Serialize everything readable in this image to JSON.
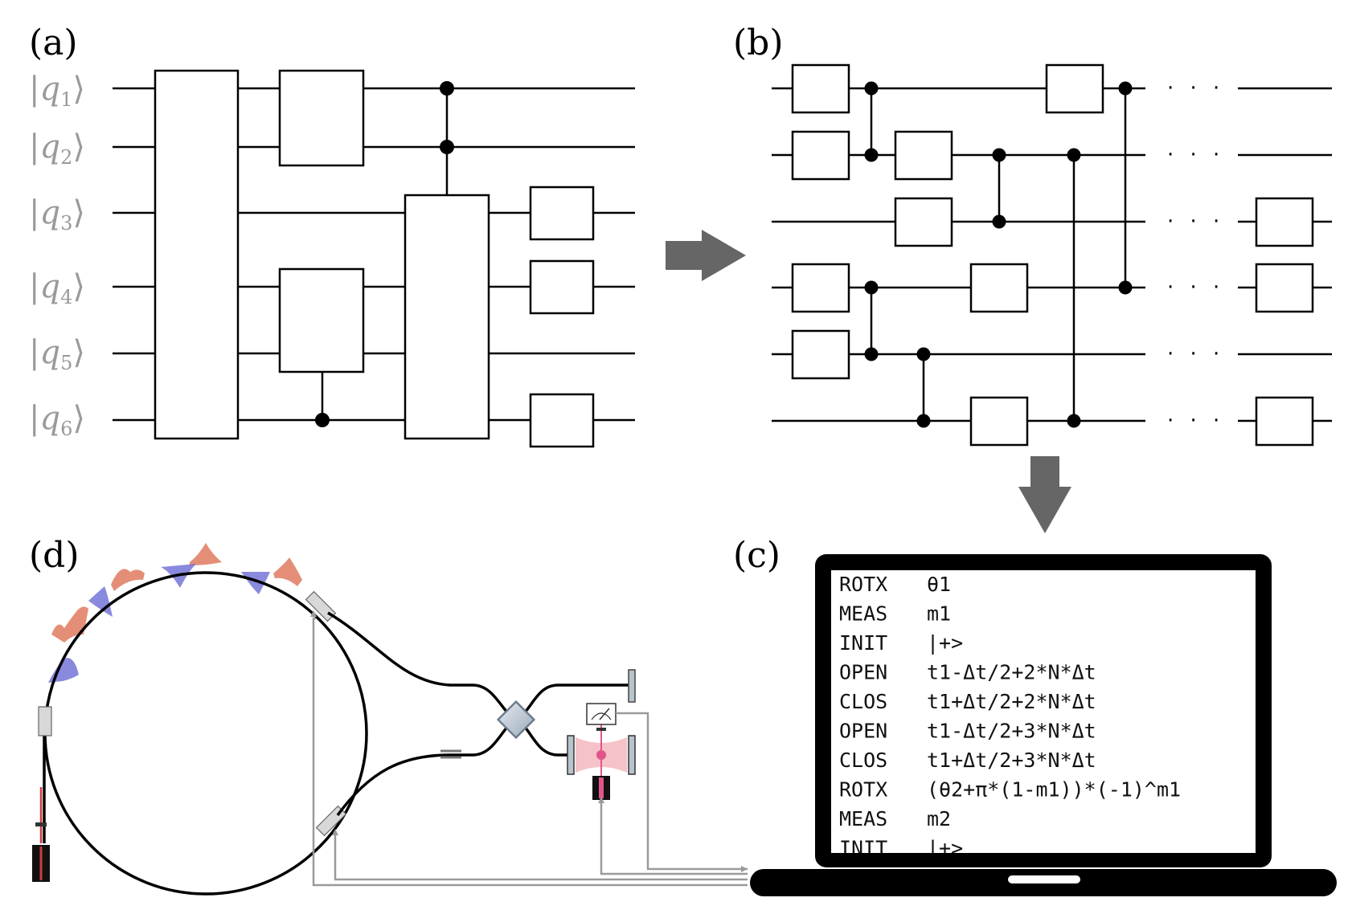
{
  "panels": {
    "a": "(a)",
    "b": "(b)",
    "c": "(c)",
    "d": "(d)"
  },
  "qubits": [
    {
      "name": "q",
      "index": "1"
    },
    {
      "name": "q",
      "index": "2"
    },
    {
      "name": "q",
      "index": "3"
    },
    {
      "name": "q",
      "index": "4"
    },
    {
      "name": "q",
      "index": "5"
    },
    {
      "name": "q",
      "index": "6"
    }
  ],
  "ellipsis": "· · ·",
  "program": [
    {
      "op": "ROTX",
      "arg": "θ1"
    },
    {
      "op": "MEAS",
      "arg": "m1"
    },
    {
      "op": "INIT",
      "arg": "|+>"
    },
    {
      "op": "OPEN",
      "arg": "t1-Δt/2+2*N*Δt"
    },
    {
      "op": "CLOS",
      "arg": "t1+Δt/2+2*N*Δt"
    },
    {
      "op": "OPEN",
      "arg": "t1-Δt/2+3*N*Δt"
    },
    {
      "op": "CLOS",
      "arg": "t1+Δt/2+3*N*Δt"
    },
    {
      "op": "ROTX",
      "arg": "(θ2+π*(1-m1))*(-1)^m1"
    },
    {
      "op": "MEAS",
      "arg": "m2"
    },
    {
      "op": "INIT",
      "arg": "|+>"
    }
  ],
  "colors": {
    "arrow": "#666666",
    "pulse_red": "#e07a5f",
    "pulse_blue": "#6b6bd6",
    "cavity_pink": "#f4c2c7",
    "laser_red": "#d23a3a"
  }
}
